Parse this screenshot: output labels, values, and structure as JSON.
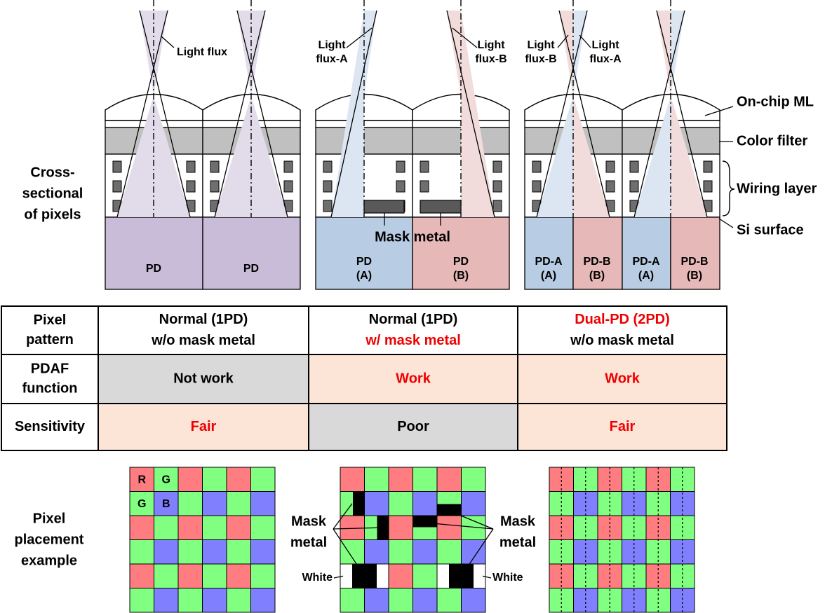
{
  "colors": {
    "pd_purple": "#c9bcd8",
    "pd_blue": "#b8cce4",
    "pd_pink": "#e6b9b8",
    "flux_purple": "#e2dcea",
    "flux_blue": "#dce6f2",
    "flux_pink": "#f2dcdb",
    "color_filter": "#c0c0c0",
    "wiring": "#6e6e6e",
    "mask_metal": "#595959",
    "cell_gray": "#d9d9d9",
    "cell_peach": "#fce4d6",
    "accent_red": "#ee0000",
    "bayer_red": "#ff7c80",
    "bayer_green": "#80ff80",
    "bayer_blue": "#8080ff",
    "mask_black": "#000000"
  },
  "cross_section": {
    "row_label": [
      "Cross-",
      "sectional",
      "of pixels"
    ],
    "light_flux": "Light flux",
    "light_flux_a": [
      "Light",
      "flux-A"
    ],
    "light_flux_b": [
      "Light",
      "flux-B"
    ],
    "mask_metal": "Mask metal",
    "layers": {
      "on_chip_ml": "On-chip ML",
      "color_filter": "Color filter",
      "wiring_layer": "Wiring layer",
      "si_surface": "Si surface"
    },
    "panel1_pds": [
      [
        "PD"
      ],
      [
        "PD"
      ]
    ],
    "panel2_pds": [
      [
        "PD",
        "(A)"
      ],
      [
        "PD",
        "(B)"
      ]
    ],
    "panel3_pds": [
      [
        "PD-A",
        "(A)"
      ],
      [
        "PD-B",
        "(B)"
      ],
      [
        "PD-A",
        "(A)"
      ],
      [
        "PD-B",
        "(B)"
      ]
    ]
  },
  "table": {
    "rows": [
      {
        "header": [
          "Pixel",
          "pattern"
        ],
        "cells": [
          {
            "lines": [
              {
                "text": "Normal (1PD)",
                "red": false
              },
              {
                "text": "w/o mask metal",
                "red": false
              }
            ],
            "bg": "#ffffff"
          },
          {
            "lines": [
              {
                "text": "Normal (1PD)",
                "red": false
              },
              {
                "text": "w/ mask metal",
                "red": true
              }
            ],
            "bg": "#ffffff"
          },
          {
            "lines": [
              {
                "text": "Dual-PD (2PD)",
                "red": true
              },
              {
                "text": "w/o mask metal",
                "red": false
              }
            ],
            "bg": "#ffffff"
          }
        ]
      },
      {
        "header": [
          "PDAF",
          "function"
        ],
        "cells": [
          {
            "lines": [
              {
                "text": "Not work",
                "red": false
              }
            ],
            "bg": "#d9d9d9"
          },
          {
            "lines": [
              {
                "text": "Work",
                "red": true
              }
            ],
            "bg": "#fce4d6"
          },
          {
            "lines": [
              {
                "text": "Work",
                "red": true
              }
            ],
            "bg": "#fce4d6"
          }
        ]
      },
      {
        "header": [
          "Sensitivity"
        ],
        "cells": [
          {
            "lines": [
              {
                "text": "Fair",
                "red": true
              }
            ],
            "bg": "#fce4d6"
          },
          {
            "lines": [
              {
                "text": "Poor",
                "red": false
              }
            ],
            "bg": "#d9d9d9"
          },
          {
            "lines": [
              {
                "text": "Fair",
                "red": true
              }
            ],
            "bg": "#fce4d6"
          }
        ]
      }
    ]
  },
  "placement": {
    "row_label": [
      "Pixel",
      "placement",
      "example"
    ],
    "bayer_letters": [
      "R",
      "G",
      "G",
      "B"
    ],
    "mask_metal_label": [
      "Mask",
      "metal"
    ],
    "white_label": "White"
  }
}
